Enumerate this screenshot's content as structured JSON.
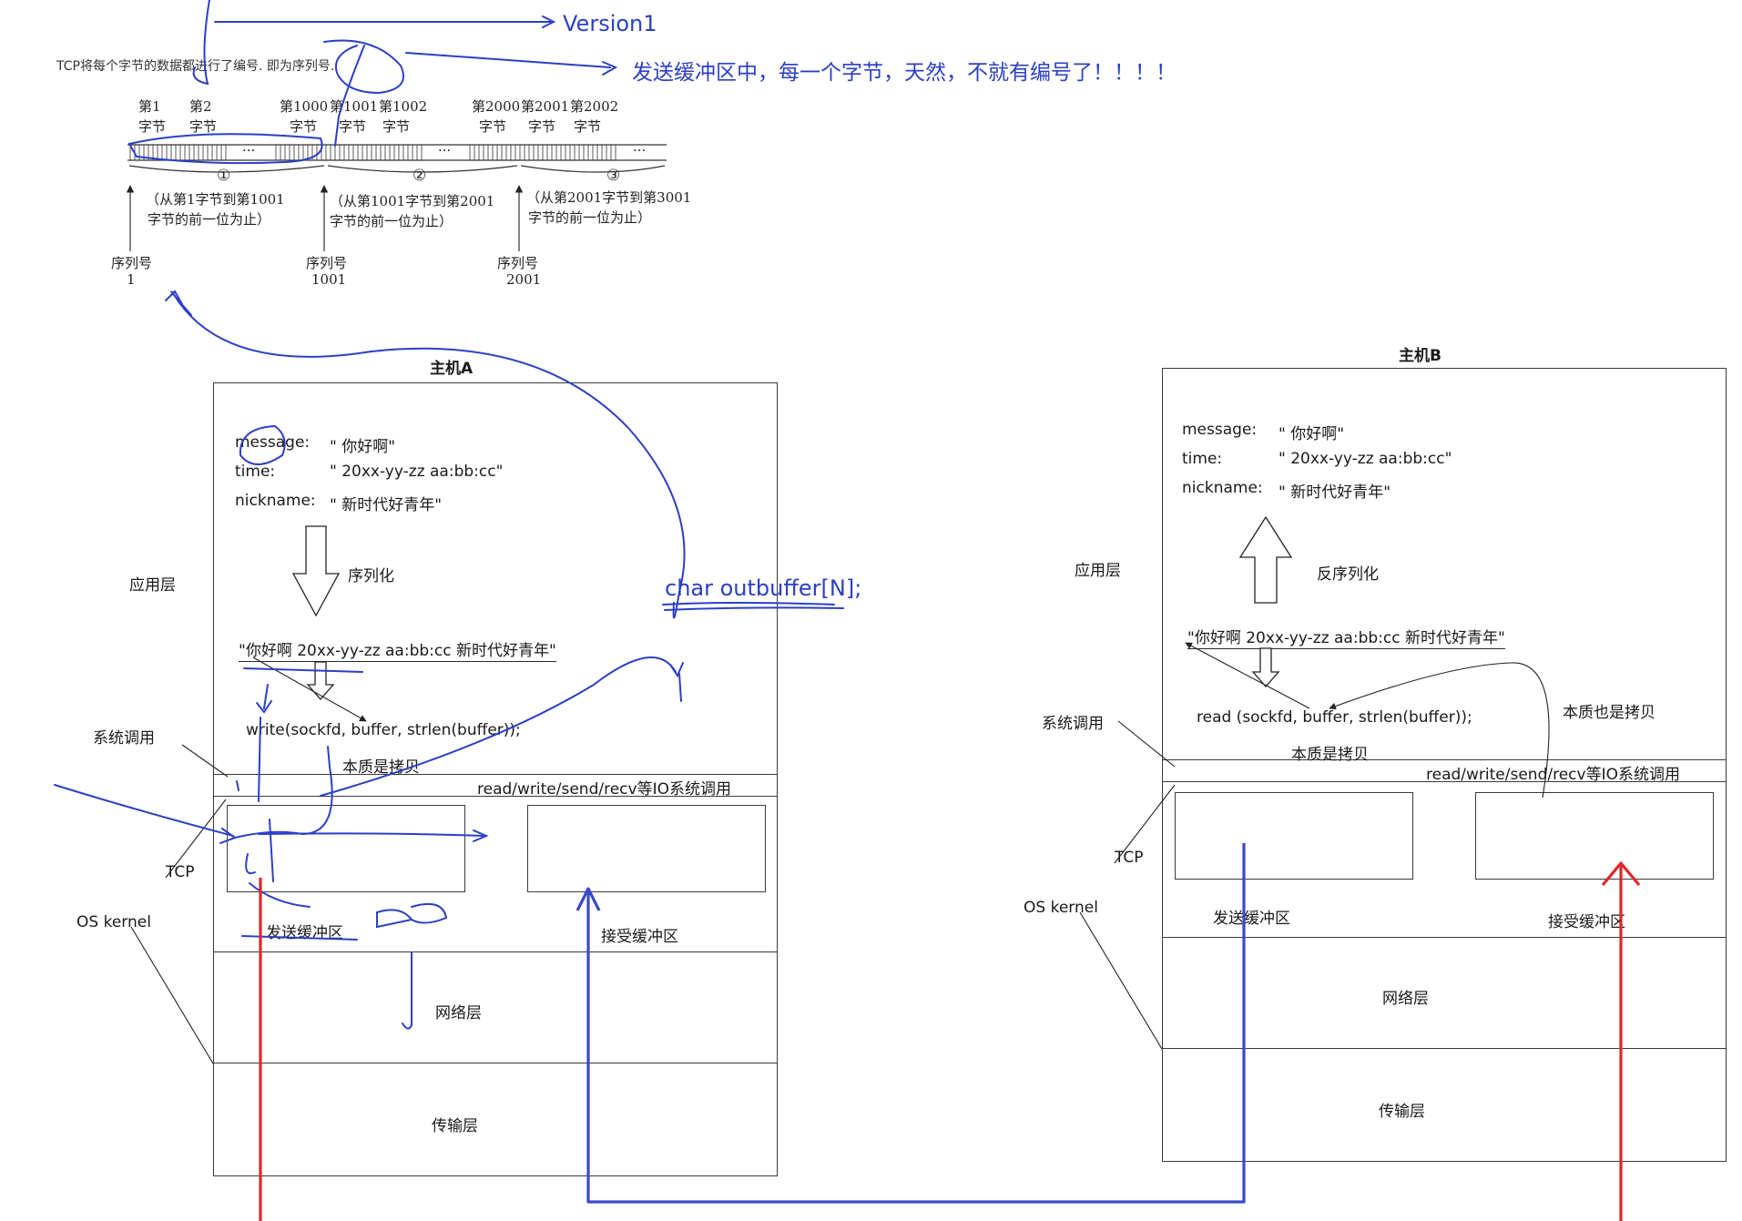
{
  "intro": {
    "note": "TCP将每个字节的数据都进行了编号. 即为序列号.",
    "version": "Version1",
    "handwritten": "发送缓冲区中，每一个字节，天然，不就有编号了！！！！"
  },
  "sequence_figure": {
    "byte_labels": [
      {
        "top": "第1",
        "bottom": "字节"
      },
      {
        "top": "第2",
        "bottom": "字节"
      },
      {
        "top": "第1000",
        "bottom": "字节"
      },
      {
        "top": "第1001",
        "bottom": "字节"
      },
      {
        "top": "第1002",
        "bottom": "字节"
      },
      {
        "top": "第2000",
        "bottom": "字节"
      },
      {
        "top": "第2001",
        "bottom": "字节"
      },
      {
        "top": "第2002",
        "bottom": "字节"
      }
    ],
    "ellipsis": "...",
    "segments": [
      "①",
      "②",
      "③"
    ],
    "ranges": [
      {
        "line1": "（从第1字节到第1001",
        "line2": "字节的前一位为止）"
      },
      {
        "line1": "（从第1001字节到第2001",
        "line2": "字节的前一位为止）"
      },
      {
        "line1": "（从第2001字节到第3001",
        "line2": "字节的前一位为止）"
      }
    ],
    "seq_label": "序列号",
    "seq_numbers": [
      "1",
      "1001",
      "2001"
    ]
  },
  "hostA": {
    "title": "主机A",
    "message_key": "message:",
    "message_val": "\" 你好啊\"",
    "time_key": "time:",
    "time_val": "\" 20xx-yy-zz aa:bb:cc\"",
    "nickname_key": "nickname:",
    "nickname_val": "\" 新时代好青年\"",
    "serialize": "序列化",
    "serialized": "\"你好啊 20xx-yy-zz aa:bb:cc 新时代好青年\"",
    "call": "write(sockfd, buffer, strlen(buffer));",
    "copy_note": "本质是拷贝",
    "io_bar": "read/write/send/recv等IO系统调用",
    "send_buffer": "发送缓冲区",
    "recv_buffer": "接受缓冲区",
    "network": "网络层",
    "transport": "传输层"
  },
  "hostA_side": {
    "app": "应用层",
    "syscall": "系统调用",
    "tcp": "TCP",
    "kernel": "OS kernel"
  },
  "hostA_hand": {
    "outbuffer": "char outbuffer[N];"
  },
  "hostB": {
    "title": "主机B",
    "message_key": "message:",
    "message_val": "\" 你好啊\"",
    "time_key": "time:",
    "time_val": "\" 20xx-yy-zz aa:bb:cc\"",
    "nickname_key": "nickname:",
    "nickname_val": "\" 新时代好青年\"",
    "deserialize": "反序列化",
    "serialized": "\"你好啊 20xx-yy-zz aa:bb:cc 新时代好青年\"",
    "call": "read (sockfd, buffer, strlen(buffer));",
    "copy_note": "本质是拷贝",
    "copy_note2": "本质也是拷贝",
    "io_bar": "read/write/send/recv等IO系统调用",
    "send_buffer": "发送缓冲区",
    "recv_buffer": "接受缓冲区",
    "network": "网络层",
    "transport": "传输层"
  },
  "hostB_side": {
    "app": "应用层",
    "syscall": "系统调用",
    "tcp": "TCP",
    "kernel": "OS kernel"
  },
  "colors": {
    "ink": "#2b3fc7",
    "red": "#e0262c",
    "blue": "#3a49c9",
    "line": "#3a3a3a"
  }
}
